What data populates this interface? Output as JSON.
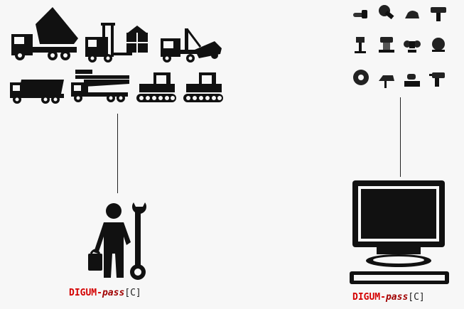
{
  "left": {
    "icons": [
      "dump-truck-icon",
      "forklift-icon",
      "tow-truck-icon",
      "mining-truck-icon",
      "crane-truck-icon",
      "crawler-tractor-icon",
      "bulldozer-icon"
    ],
    "caption": {
      "brand": "DIGUM",
      "dash": "-",
      "pass": "pass",
      "suffix": "[C]"
    },
    "figure": "mechanic-with-wrench-icon"
  },
  "right": {
    "icons": [
      "chainsaw-icon",
      "angle-grinder-icon",
      "planer-icon",
      "impact-drill-icon",
      "drill-press-icon",
      "bench-lathe-icon",
      "bench-grinder-icon",
      "concrete-mixer-icon",
      "circular-saw-icon",
      "jigsaw-icon",
      "sander-icon",
      "cordless-drill-icon"
    ],
    "caption": {
      "brand": "DIGUM",
      "dash": "-",
      "pass": "pass",
      "suffix": "[C]"
    },
    "figure": "computer-monitor-icon"
  }
}
